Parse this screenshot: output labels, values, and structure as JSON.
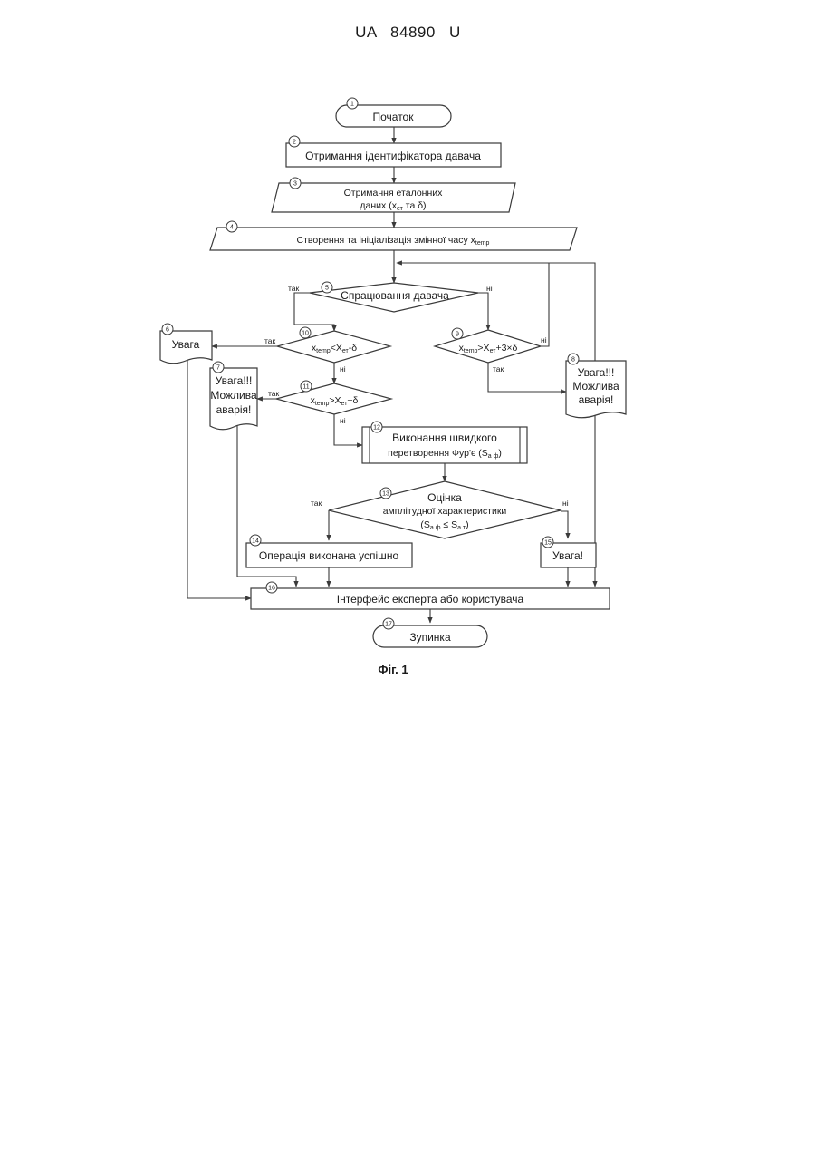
{
  "header": {
    "patent_number": "UA  84890  U"
  },
  "caption": "Фіг. 1",
  "nodes": {
    "n1": {
      "num": "1",
      "text": "Початок"
    },
    "n2": {
      "num": "2",
      "text": "Отримання ідентифікатора давача"
    },
    "n3": {
      "num": "3",
      "line1": "Отримання еталонних",
      "line2_a": "даних (x",
      "line2_sub": "ет",
      "line2_b": " та δ)"
    },
    "n4": {
      "num": "4",
      "text_a": "Створення та ініціалізація змінної часу x",
      "text_sub": "temp"
    },
    "n5": {
      "num": "5",
      "text": "Спрацювання давача"
    },
    "n6": {
      "num": "6",
      "text": "Увага"
    },
    "n7": {
      "num": "7",
      "line1": "Увага!!!",
      "line2": "Можлива",
      "line3": "аварія!"
    },
    "n8": {
      "num": "8",
      "line1": "Увага!!!",
      "line2": "Можлива",
      "line3": "аварія!"
    },
    "n9": {
      "num": "9",
      "a": "x",
      "sub1": "temp",
      "b": ">X",
      "sub2": "ет",
      "c": "+3×δ"
    },
    "n10": {
      "num": "10",
      "a": "x",
      "sub1": "temp",
      "b": "<X",
      "sub2": "ет",
      "c": "-δ"
    },
    "n11": {
      "num": "11",
      "a": "x",
      "sub1": "temp",
      "b": ">X",
      "sub2": "ет",
      "c": "+δ"
    },
    "n12": {
      "num": "12",
      "line1": "Виконання швидкого",
      "line2_a": "перетворення Фур'є (S",
      "line2_sub": "а ф",
      "line2_b": ")"
    },
    "n13": {
      "num": "13",
      "line1": "Оцінка",
      "line2": "амплітудної характеристики",
      "line3_a": "(S",
      "line3_sub1": "а ф",
      "line3_b": " ≤ S",
      "line3_sub2": "а т",
      "line3_c": ")"
    },
    "n14": {
      "num": "14",
      "text": "Операція виконана успішно"
    },
    "n15": {
      "num": "15",
      "text": "Увага!"
    },
    "n16": {
      "num": "16",
      "text": "Інтерфейс експерта або користувача"
    },
    "n17": {
      "num": "17",
      "text": "Зупинка"
    }
  },
  "branch_labels": {
    "yes": "так",
    "no": "ні"
  }
}
